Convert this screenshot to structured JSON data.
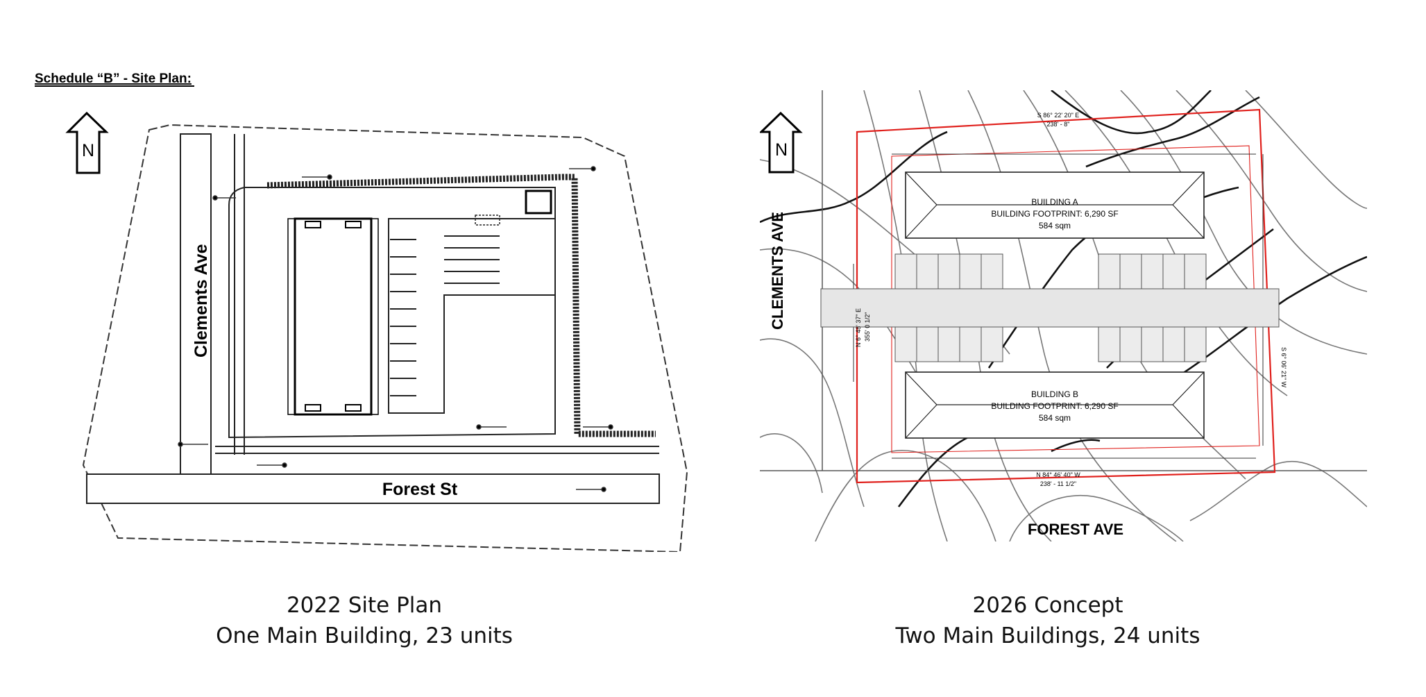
{
  "left_plan": {
    "schedule_title": "Schedule “B” - Site Plan:",
    "north_label": "N",
    "street_west": "Clements Ave",
    "street_south": "Forest St"
  },
  "right_plan": {
    "north_label": "N",
    "street_west": "CLEMENTS AVE",
    "street_south": "FOREST AVE",
    "building_a": {
      "name": "BUILDING A",
      "footprint": "BUILDING FOOTPRINT: 6,290 SF",
      "area": "584 sqm"
    },
    "building_b": {
      "name": "BUILDING B",
      "footprint": "BUILDING FOOTPRINT: 6,290 SF",
      "area": "584 sqm"
    },
    "bearing_north": "S 86° 22' 20\" E",
    "dimension_north": "238' - 8\"",
    "bearing_south": "N 84° 46' 40\" W",
    "dimension_south": "238' - 11 1/2\"",
    "bearing_west": "N 6° 48' 37\" E",
    "dimension_west": "355' 0 1/2\"",
    "bearing_east": "S 6° 06' 21\" W"
  },
  "captions": {
    "left_line1": "2022 Site Plan",
    "left_line2": "One Main Building, 23 units",
    "right_line1": "2026 Concept",
    "right_line2": "Two Main Buildings, 24 units"
  },
  "colors": {
    "property_line": "#e0201c",
    "linework": "#1a1a1a"
  }
}
